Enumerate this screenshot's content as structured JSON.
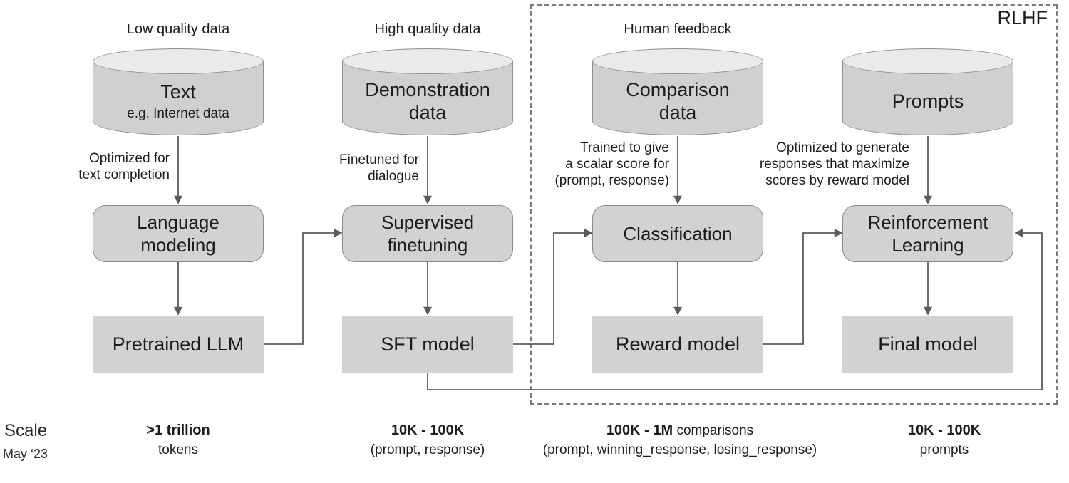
{
  "rlhf": {
    "label": "RLHF"
  },
  "columns": [
    {
      "data_label": "Low quality data",
      "cylinder_title": "Text",
      "cylinder_subtitle": "e.g. Internet data",
      "arrow_label": "Optimized for\ntext completion",
      "process_label": "Language\nmodeling",
      "model_label": "Pretrained LLM"
    },
    {
      "data_label": "High quality data",
      "cylinder_title": "Demonstration\ndata",
      "arrow_label": "Finetuned for\ndialogue",
      "process_label": "Supervised\nfinetuning",
      "model_label": "SFT model"
    },
    {
      "data_label": "Human feedback",
      "cylinder_title": "Comparison\ndata",
      "arrow_label": "Trained to give\na scalar score for\n(prompt, response)",
      "process_label": "Classification",
      "model_label": "Reward model"
    },
    {
      "data_label": "",
      "cylinder_title": "Prompts",
      "arrow_label": "Optimized to generate\nresponses that maximize\nscores by reward model",
      "process_label": "Reinforcement\nLearning",
      "model_label": "Final model"
    }
  ],
  "footer": {
    "scale_title": "Scale",
    "scale_date": "May ‘23",
    "stats": [
      {
        "bold": ">1 trillion",
        "rest": "",
        "line2": "tokens"
      },
      {
        "bold": "10K - 100K",
        "rest": "",
        "line2": "(prompt, response)"
      },
      {
        "bold": "100K - 1M",
        "rest": " comparisons",
        "line2": "(prompt, winning_response, losing_response)"
      },
      {
        "bold": "10K - 100K",
        "rest": "",
        "line2": "prompts"
      }
    ]
  }
}
